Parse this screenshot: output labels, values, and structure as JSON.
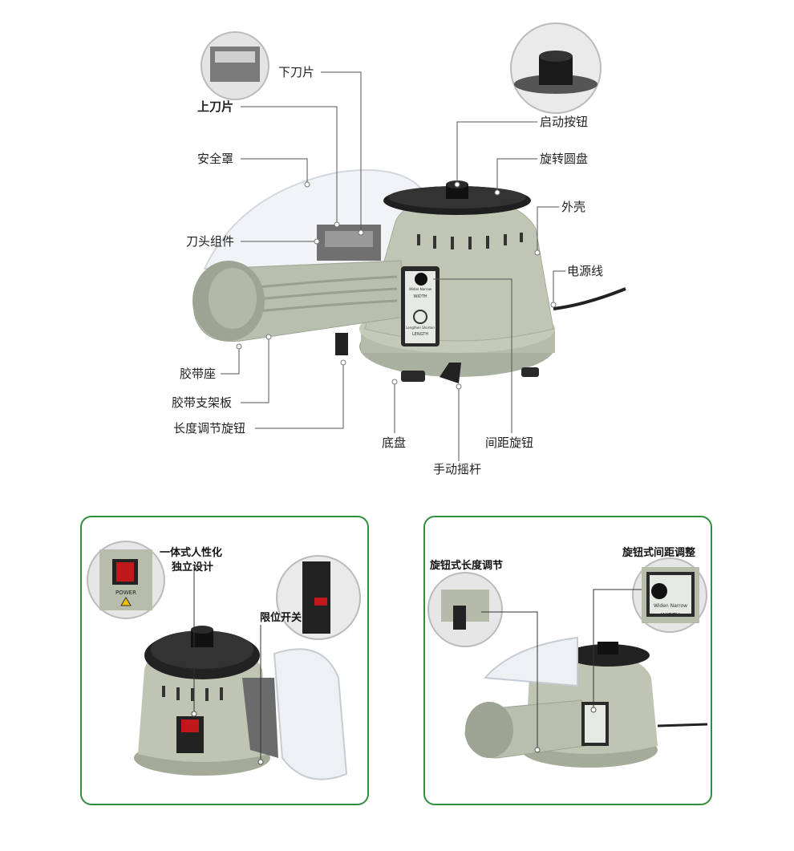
{
  "top_diagram": {
    "labels": {
      "lower_blade": "下刀片",
      "upper_blade": "上刀片",
      "safety_cover": "安全罩",
      "blade_assembly": "刀头组件",
      "start_button": "启动按钮",
      "rotary_disc": "旋转圆盘",
      "housing": "外壳",
      "power_cord": "电源线",
      "tape_holder": "胶带座",
      "tape_bracket": "胶带支架板",
      "length_knob": "长度调节旋钮",
      "base": "底盘",
      "spacing_knob": "间距旋钮",
      "hand_lever": "手动摇杆"
    },
    "panel_text": {
      "top": "Widen  Narrow",
      "width": "WIDTH",
      "bottom": "Lengthen  Shorten",
      "length": "LENGTH"
    }
  },
  "bottom_left": {
    "label_integrated_line1": "一体式人性化",
    "label_integrated_line2": "独立设计",
    "label_limit_switch": "限位开关",
    "power_text": "POWER"
  },
  "bottom_right": {
    "label_knob_length": "旋钮式长度调节",
    "label_knob_spacing": "旋钮式间距调整",
    "inset_top": "Widen  Narrow",
    "inset_width": "WIDTH"
  },
  "colors": {
    "body": "#b9bfae",
    "border": "#2f8f3f",
    "leader": "#555555"
  }
}
